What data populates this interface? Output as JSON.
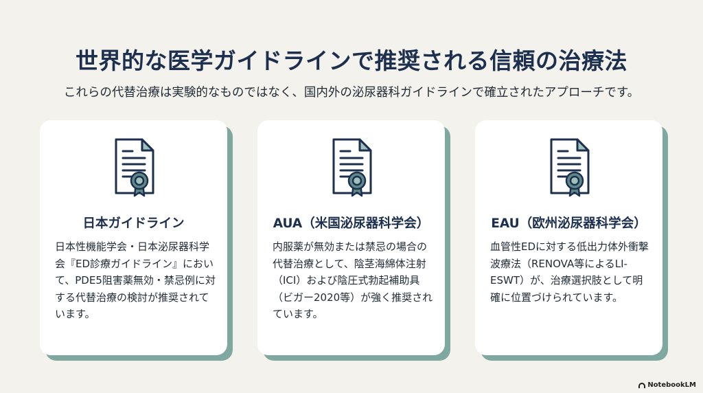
{
  "title": "世界的な医学ガイドラインで推奨される信頼の治療法",
  "subtitle": "これらの代替治療は実験的なものではなく、国内外の泌尿器科ガイドラインで確立されたアプローチです。",
  "cards": [
    {
      "icon": "certificate-document-icon",
      "heading": "日本ガイドライン",
      "lines": [
        "日本性機能学会・日本泌尿器科学",
        "会『ED診療ガイドライン』におい",
        "て、PDE5阻害薬無効・禁忌例に対",
        "する代替治療の検討が推奨されて",
        "います。"
      ]
    },
    {
      "icon": "certificate-document-icon",
      "heading": "AUA（米国泌尿器科学会）",
      "lines": [
        "内服薬が無効または禁忌の場合の",
        "代替治療として、陰茎海綿体注射",
        "（ICI）および陰圧式勃起補助具",
        "（ビガー2020等）が強く推奨され",
        "ています。"
      ]
    },
    {
      "icon": "certificate-document-icon",
      "heading": "EAU（欧州泌尿器科学会）",
      "lines": [
        "血管性EDに対する低出力体外衝撃",
        "波療法（RENOVA等によるLI-",
        "ESWT）が、治療選択肢として明",
        "確に位置づけられています。"
      ]
    }
  ],
  "watermark": "NotebookLM",
  "colors": {
    "navy": "#1d2f4e",
    "teal": "#7fa8a0",
    "icon_teal": "#5d8a88"
  }
}
